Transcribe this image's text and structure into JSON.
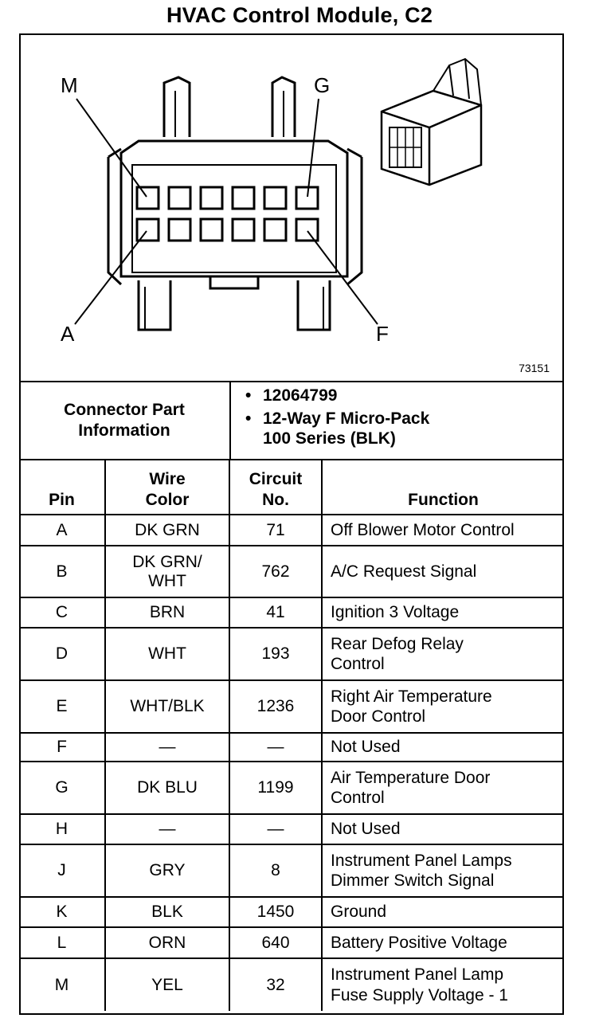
{
  "title": "HVAC Control Module, C2",
  "diagram": {
    "callouts": {
      "top_left": "M",
      "top_right": "G",
      "bottom_left": "A",
      "bottom_right": "F"
    },
    "figure_number": "73151"
  },
  "connector_info": {
    "label_line1": "Connector Part",
    "label_line2": "Information",
    "items": [
      "12064799",
      "12-Way F Micro-Pack\n100 Series (BLK)"
    ]
  },
  "table": {
    "headers": {
      "pin": "Pin",
      "wire_color": "Wire\nColor",
      "circuit": "Circuit\nNo.",
      "function": "Function"
    },
    "rows": [
      {
        "pin": "A",
        "wire": "DK GRN",
        "circuit": "71",
        "function": "Off Blower Motor Control"
      },
      {
        "pin": "B",
        "wire": "DK GRN/\nWHT",
        "circuit": "762",
        "function": "A/C Request Signal"
      },
      {
        "pin": "C",
        "wire": "BRN",
        "circuit": "41",
        "function": "Ignition 3 Voltage"
      },
      {
        "pin": "D",
        "wire": "WHT",
        "circuit": "193",
        "function": "Rear Defog Relay\nControl"
      },
      {
        "pin": "E",
        "wire": "WHT/BLK",
        "circuit": "1236",
        "function": "Right Air Temperature\nDoor Control"
      },
      {
        "pin": "F",
        "wire": "—",
        "circuit": "—",
        "function": "Not Used"
      },
      {
        "pin": "G",
        "wire": "DK BLU",
        "circuit": "1199",
        "function": "Air Temperature Door\nControl"
      },
      {
        "pin": "H",
        "wire": "—",
        "circuit": "—",
        "function": "Not Used"
      },
      {
        "pin": "J",
        "wire": "GRY",
        "circuit": "8",
        "function": "Instrument Panel Lamps\nDimmer Switch Signal"
      },
      {
        "pin": "K",
        "wire": "BLK",
        "circuit": "1450",
        "function": "Ground"
      },
      {
        "pin": "L",
        "wire": "ORN",
        "circuit": "640",
        "function": "Battery Positive Voltage"
      },
      {
        "pin": "M",
        "wire": "YEL",
        "circuit": "32",
        "function": "Instrument Panel Lamp\nFuse Supply Voltage - 1"
      }
    ]
  }
}
